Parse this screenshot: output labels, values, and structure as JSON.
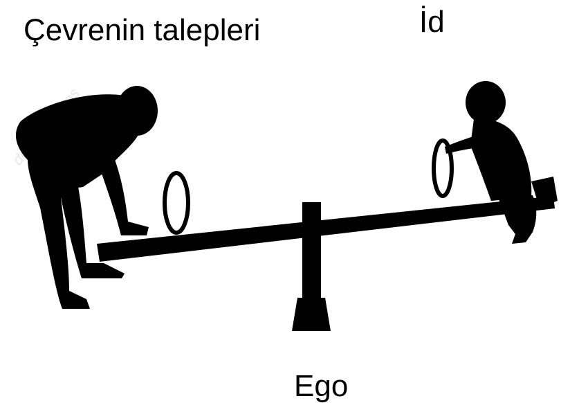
{
  "labels": {
    "environment_demands": "Çevrenin talepleri",
    "id": "İd",
    "ego": "Ego"
  },
  "watermark": {
    "text": "depositphotos"
  },
  "scene": {
    "left_figure": "adult-silhouette",
    "right_figure": "child-silhouette",
    "center": "seesaw-fulcrum",
    "board": "seesaw-board",
    "handles": "seesaw-handle-rings"
  },
  "colors": {
    "background": "#ffffff",
    "silhouette": "#000000",
    "text": "#000000",
    "watermark": "#e8e8e8"
  }
}
